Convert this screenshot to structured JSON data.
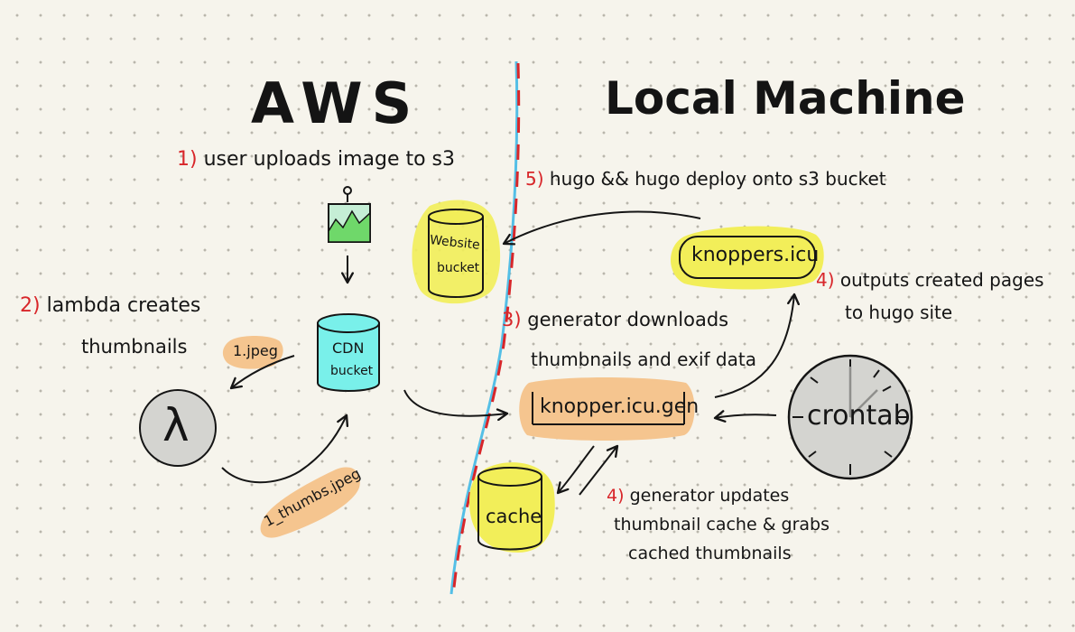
{
  "sections": {
    "aws": "AWS",
    "local": "Local Machine"
  },
  "steps": {
    "s1": {
      "num": "1)",
      "text": "user uploads image to s3"
    },
    "s2": {
      "num": "2)",
      "line1": "lambda creates",
      "line2": "thumbnails"
    },
    "s3": {
      "num": "3)",
      "line1": "generator downloads",
      "line2": "thumbnails and exif data"
    },
    "s4a": {
      "num": "4)",
      "line1": "outputs created pages",
      "line2": "to hugo site"
    },
    "s4b": {
      "num": "4)",
      "line1": "generator updates",
      "line2": "thumbnail cache & grabs",
      "line3": "cached thumbnails"
    },
    "s5": {
      "num": "5)",
      "text": "hugo && hugo deploy onto s3 bucket"
    }
  },
  "nodes": {
    "website_bucket": {
      "line1": "Website",
      "line2": "bucket"
    },
    "cdn_bucket": {
      "line1": "CDN",
      "line2": "bucket"
    },
    "lambda": "λ",
    "knoppers": "knoppers.icu",
    "generator": "knopper.icu.gen",
    "cache": "cache",
    "crontab": "crontab"
  },
  "tags": {
    "jpeg": "1.jpeg",
    "thumbs": "1_thumbs.jpeg"
  },
  "colors": {
    "ink": "#151515",
    "red": "#d8262a",
    "blue": "#54bfe6",
    "yellow": "#f2ee59",
    "orange": "#f5c58f",
    "cyan": "#79f0ea",
    "gray": "#d4d4d0"
  }
}
